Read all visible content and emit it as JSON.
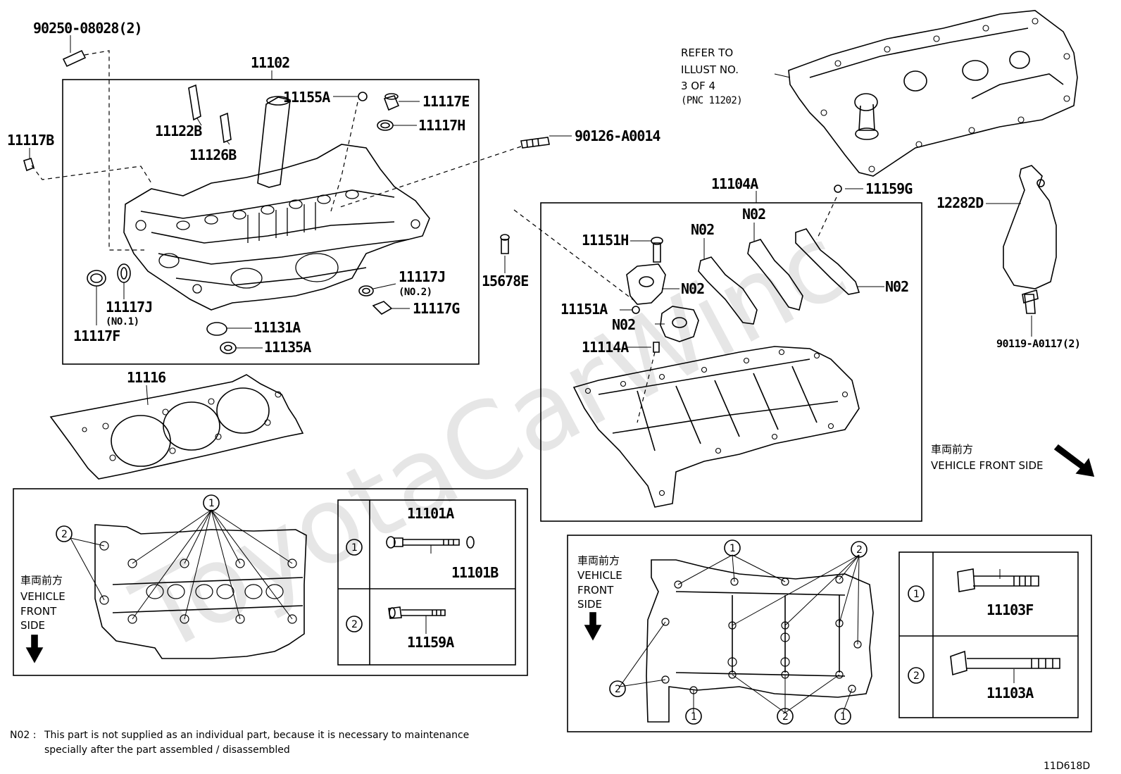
{
  "watermark": "ToyotaCarWinc",
  "diagram_code": "11D618D",
  "refer_note": [
    "REFER TO",
    "ILLUST NO.",
    "3 OF 4",
    "(PNC 11202)"
  ],
  "direction": {
    "jp": "車両前方",
    "en": "VEHICLE FRONT SIDE",
    "en_lines": [
      "VEHICLE",
      "FRONT",
      "SIDE"
    ]
  },
  "parts": {
    "p90250": "90250-08028(2)",
    "p11102": "11102",
    "p11155A": "11155A",
    "p11117E": "11117E",
    "p11117H": "11117H",
    "p11117B": "11117B",
    "p11122B": "11122B",
    "p11126B": "11126B",
    "p90126": "90126-A0014",
    "p11117J1": "11117J",
    "p11117J1sub": "(NO.1)",
    "p11117F": "11117F",
    "p11117J2": "11117J",
    "p11117J2sub": "(NO.2)",
    "p11117G": "11117G",
    "p11131A": "11131A",
    "p11135A": "11135A",
    "p11116": "11116",
    "p15678E": "15678E",
    "p11104A": "11104A",
    "p11159G": "11159G",
    "p11151H": "11151H",
    "p11151A": "11151A",
    "p11114A": "11114A",
    "pN02": "N02",
    "p12282D": "12282D",
    "p90119": "90119-A0117(2)",
    "p11101A": "11101A",
    "p11101B": "11101B",
    "p11159A": "11159A",
    "p11103F": "11103F",
    "p11103A": "11103A"
  },
  "legend_numbers": [
    "1",
    "2"
  ],
  "footnote": {
    "prefix": "N02 :",
    "line1": "This part is not supplied as an individual part, because it is necessary to maintenance",
    "line2": "specially after the part assembled / disassembled"
  }
}
